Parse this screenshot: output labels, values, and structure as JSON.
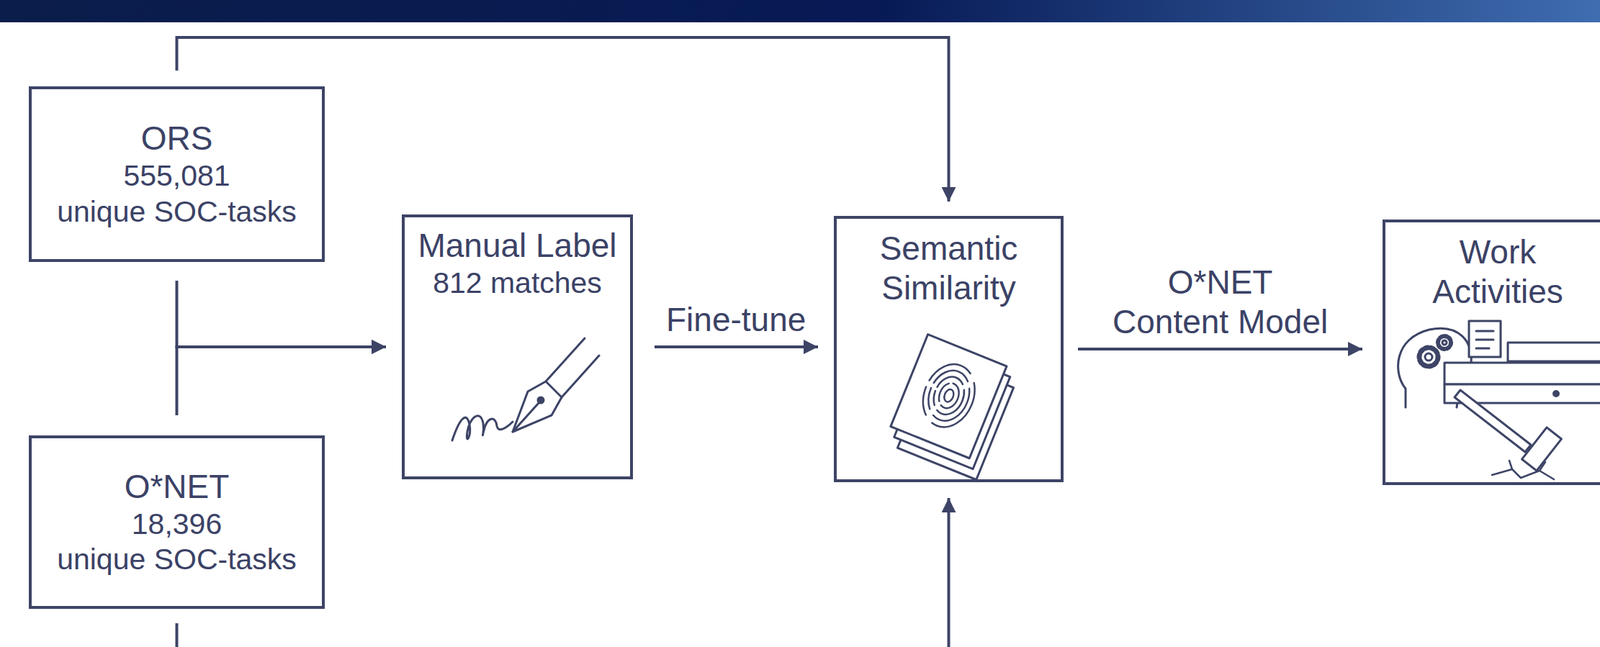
{
  "diagram": {
    "nodes": [
      {
        "text": [
          "ORS",
          "555,081 unique SOC-tasks"
        ]
      },
      {
        "text": [
          "O*NET",
          "18,396 unique SOC-tasks"
        ]
      },
      {
        "text": [
          "Manual Label",
          "812 matches"
        ]
      },
      {
        "text": [
          "Semantic Similarity"
        ]
      },
      {
        "text": [
          "Work Activities"
        ]
      }
    ],
    "edges": [
      {
        "from": 0,
        "to": 3,
        "arrow": "to"
      },
      {
        "from": 0,
        "to": 2,
        "arrow": "to"
      },
      {
        "from": 1,
        "to": 2,
        "arrow": "to"
      },
      {
        "from": 1,
        "to": 3,
        "arrow": "to"
      },
      {
        "from": 2,
        "to": 3,
        "label": "Fine-tune",
        "arrow": "to"
      },
      {
        "from": 3,
        "to": 4,
        "label": "O*NET Content Model",
        "arrow": "to"
      }
    ]
  }
}
